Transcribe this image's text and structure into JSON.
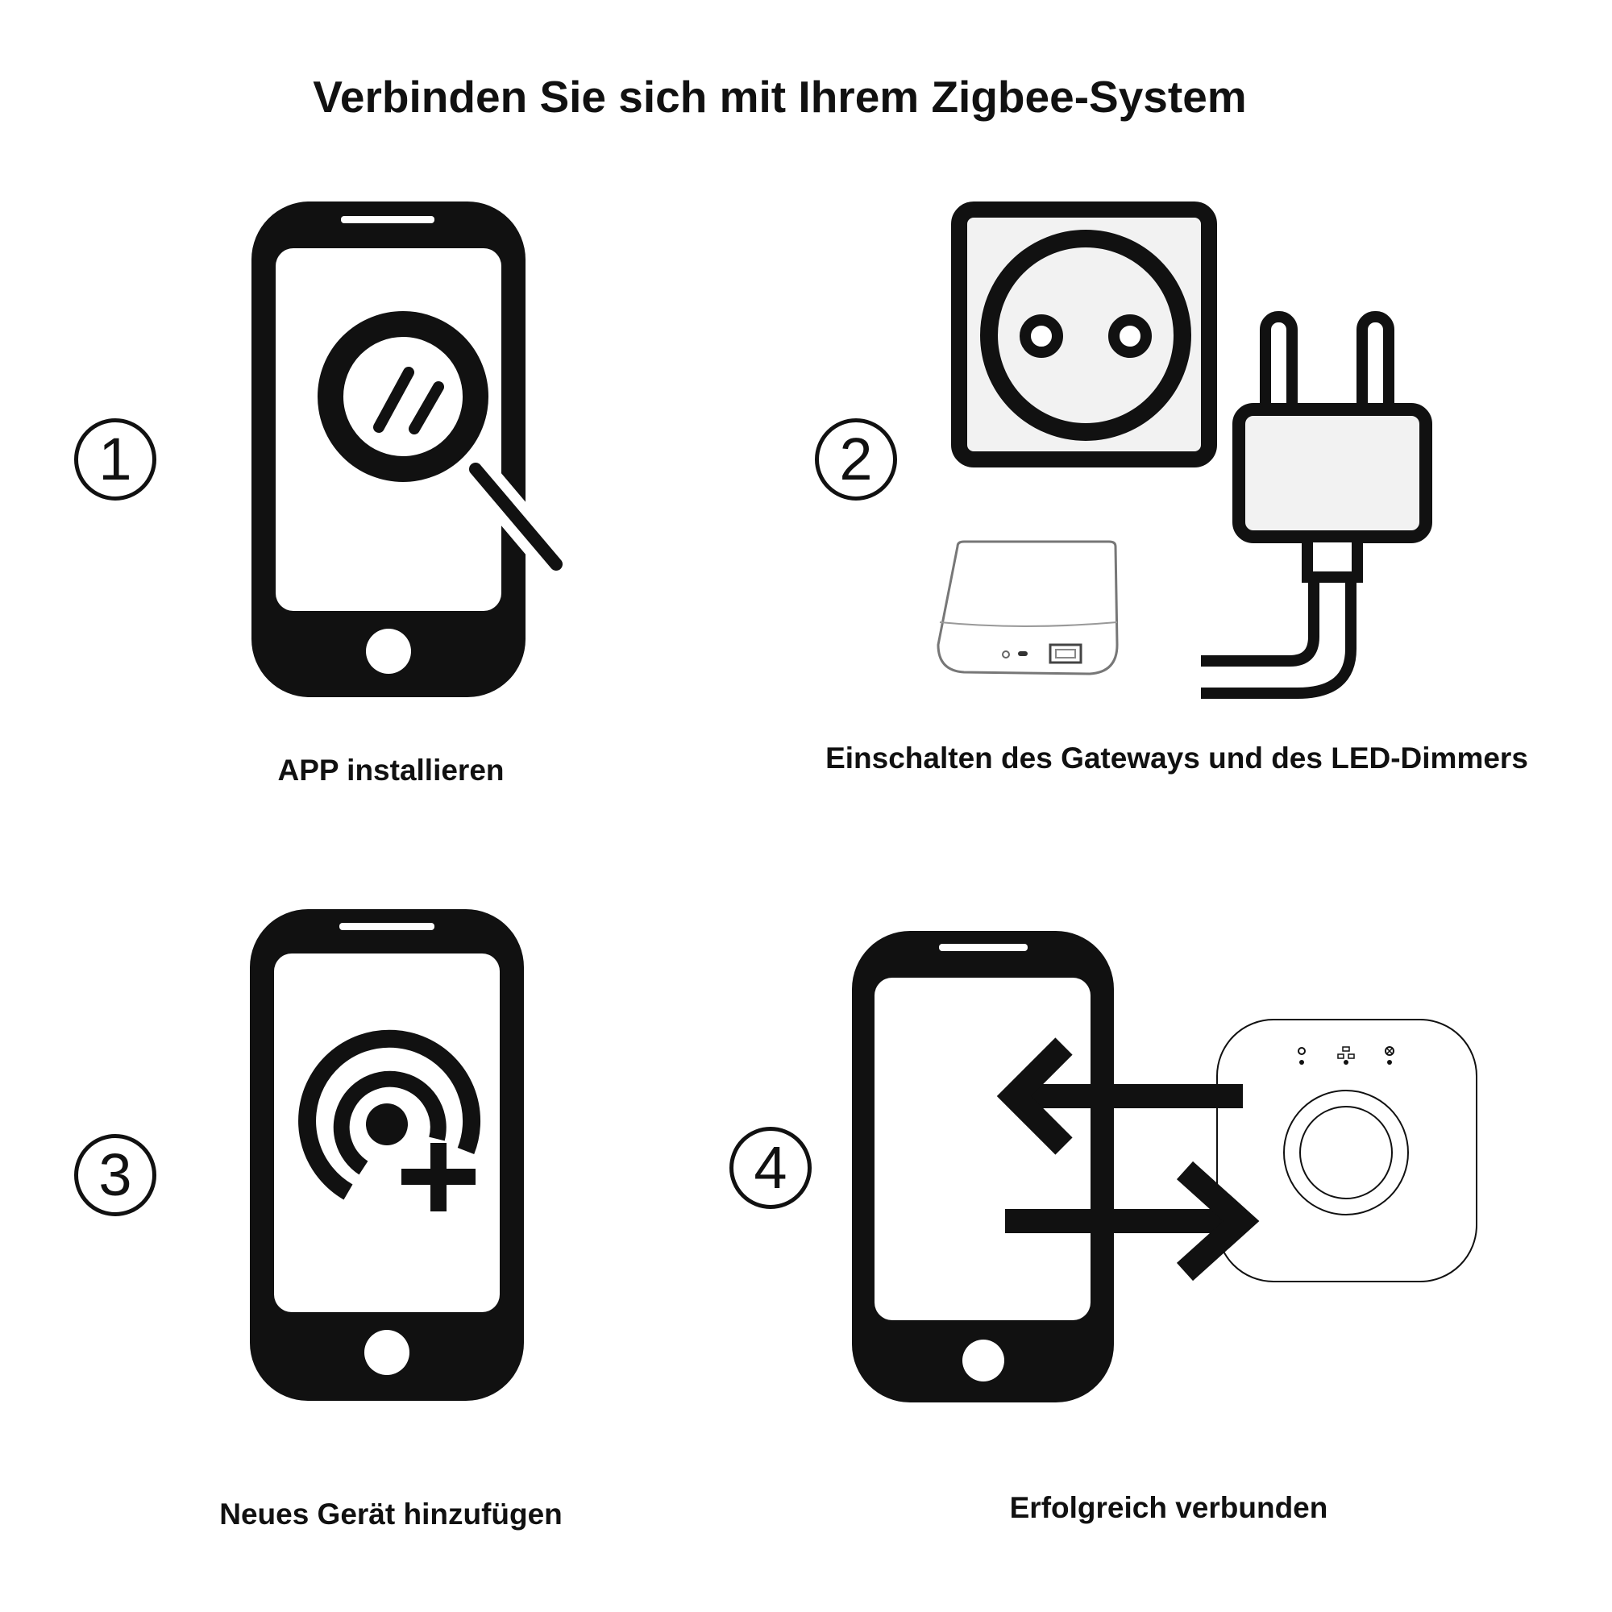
{
  "title": "Verbinden Sie sich mit Ihrem Zigbee-System",
  "steps": [
    {
      "number": "1",
      "label": "APP installieren"
    },
    {
      "number": "2",
      "label": "Einschalten des Gateways und des LED-Dimmers"
    },
    {
      "number": "3",
      "label": "Neues Gerät hinzufügen"
    },
    {
      "number": "4",
      "label": "Erfolgreich verbunden"
    }
  ],
  "colors": {
    "ink": "#111111",
    "socket_fill": "#f2f2f2",
    "gateway_outline": "#777777"
  }
}
